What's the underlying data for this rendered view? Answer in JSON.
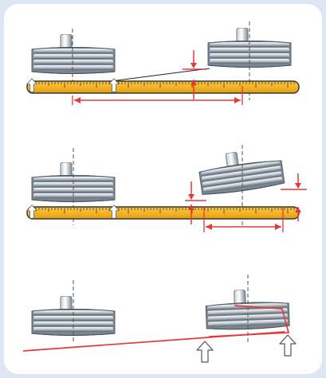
{
  "diagram": {
    "panels": [
      {
        "id": "panel-1",
        "description_visible_text": []
      },
      {
        "id": "panel-2",
        "description_visible_text": []
      },
      {
        "id": "panel-3",
        "description_visible_text": []
      }
    ],
    "colors": {
      "background": "#dde7f3",
      "card": "#ffffff",
      "ruler": "#f2b21f",
      "ruler_border": "#333333",
      "pulley_dark": "#5c6670",
      "pulley_mid": "#9aa4ae",
      "pulley_light": "#dfe5ea",
      "measure_red": "#e53935",
      "arrow_fill": "#ffffff",
      "arrow_stroke": "#444444"
    },
    "icons": [
      "pulley-icon",
      "shaft-icon",
      "ruler-icon",
      "measurement-arrow-icon",
      "alignment-line-icon",
      "support-arrow-icon"
    ]
  }
}
